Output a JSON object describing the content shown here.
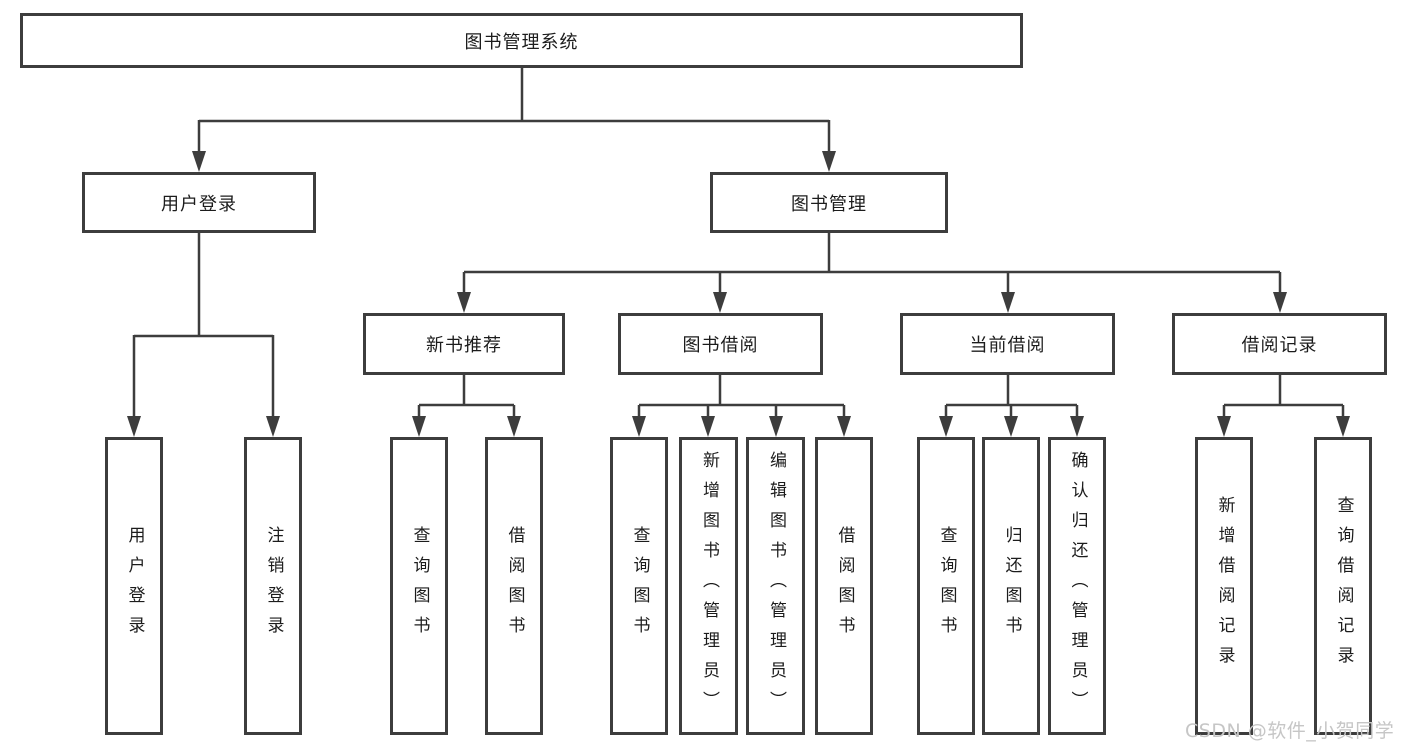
{
  "root": {
    "label": "图书管理系统"
  },
  "branches": {
    "user_login": {
      "label": "用户登录",
      "children": [
        "用户登录",
        "注销登录"
      ]
    },
    "book_management": {
      "label": "图书管理",
      "sections": [
        {
          "label": "新书推荐",
          "children": [
            "查询图书",
            "借阅图书"
          ]
        },
        {
          "label": "图书借阅",
          "children": [
            "查询图书",
            "新增图书（管理员）",
            "编辑图书（管理员）",
            "借阅图书"
          ]
        },
        {
          "label": "当前借阅",
          "children": [
            "查询图书",
            "归还图书",
            "确认归还（管理员）"
          ]
        },
        {
          "label": "借阅记录",
          "children": [
            "新增借阅记录",
            "查询借阅记录"
          ]
        }
      ]
    }
  },
  "watermark": {
    "text": "CSDN @软件_小贺同学"
  },
  "colors": {
    "line": "#3d3d3d",
    "border": "#3d3d3d",
    "text": "#1c1c1c",
    "watermark": "#c6c6c6",
    "background": "#ffffff"
  }
}
